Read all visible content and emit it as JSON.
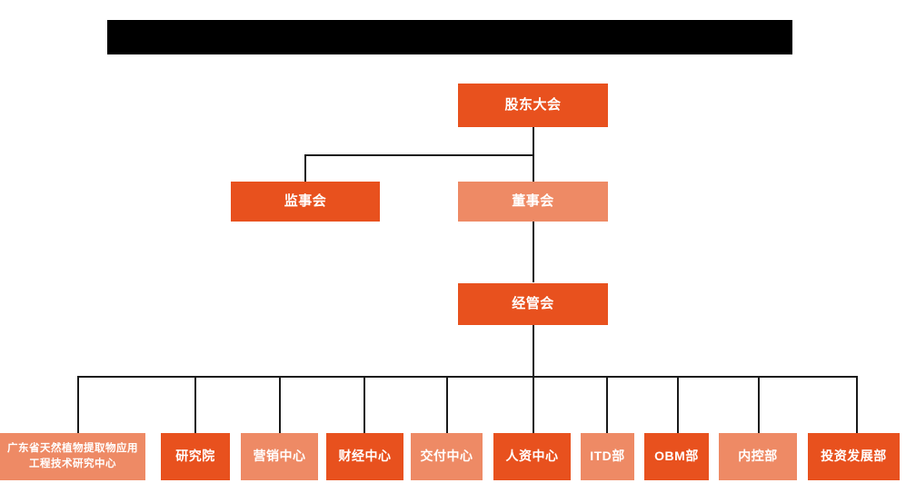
{
  "page": {
    "title_bar": {
      "name": "redacted-title-bar",
      "text": "",
      "color": "#000000"
    },
    "background_color": "#ffffff"
  },
  "colors": {
    "accent_dark_orange": "#E8511E",
    "accent_light_orange": "#EE8A65",
    "connector": "#1a1a1a",
    "text_on_node": "#ffffff"
  },
  "org_chart": {
    "type": "organization-chart",
    "levels": [
      {
        "level": 1,
        "nodes": [
          {
            "id": "shareholders",
            "label": "股东大会",
            "color": "#E8511E"
          }
        ]
      },
      {
        "level": 2,
        "nodes": [
          {
            "id": "supervisors",
            "label": "监事会",
            "color": "#E8511E"
          },
          {
            "id": "directors",
            "label": "董事会",
            "color": "#EE8A65"
          }
        ]
      },
      {
        "level": 3,
        "nodes": [
          {
            "id": "management",
            "label": "经管会",
            "color": "#E8511E"
          }
        ]
      },
      {
        "level": 4,
        "nodes": [
          {
            "id": "research-center-gd",
            "label": "广东省天然植物提取物应用工程技术研究中心",
            "color": "#EE8A65"
          },
          {
            "id": "research-institute",
            "label": "研究院",
            "color": "#E8511E"
          },
          {
            "id": "marketing-center",
            "label": "营销中心",
            "color": "#EE8A65"
          },
          {
            "id": "finance-center",
            "label": "财经中心",
            "color": "#E8511E"
          },
          {
            "id": "delivery-center",
            "label": "交付中心",
            "color": "#EE8A65"
          },
          {
            "id": "hr-center",
            "label": "人资中心",
            "color": "#E8511E"
          },
          {
            "id": "itd-dept",
            "label": "ITD部",
            "color": "#EE8A65"
          },
          {
            "id": "obm-dept",
            "label": "OBM部",
            "color": "#E8511E"
          },
          {
            "id": "internal-control-dept",
            "label": "内控部",
            "color": "#EE8A65"
          },
          {
            "id": "investment-dev-dept",
            "label": "投资发展部",
            "color": "#E8511E"
          }
        ]
      }
    ],
    "relations": [
      {
        "from": "shareholders",
        "to": "supervisors"
      },
      {
        "from": "shareholders",
        "to": "directors"
      },
      {
        "from": "directors",
        "to": "management"
      },
      {
        "from": "management",
        "to": "research-center-gd"
      },
      {
        "from": "management",
        "to": "research-institute"
      },
      {
        "from": "management",
        "to": "marketing-center"
      },
      {
        "from": "management",
        "to": "finance-center"
      },
      {
        "from": "management",
        "to": "delivery-center"
      },
      {
        "from": "management",
        "to": "hr-center"
      },
      {
        "from": "management",
        "to": "itd-dept"
      },
      {
        "from": "management",
        "to": "obm-dept"
      },
      {
        "from": "management",
        "to": "internal-control-dept"
      },
      {
        "from": "management",
        "to": "investment-dev-dept"
      }
    ]
  }
}
